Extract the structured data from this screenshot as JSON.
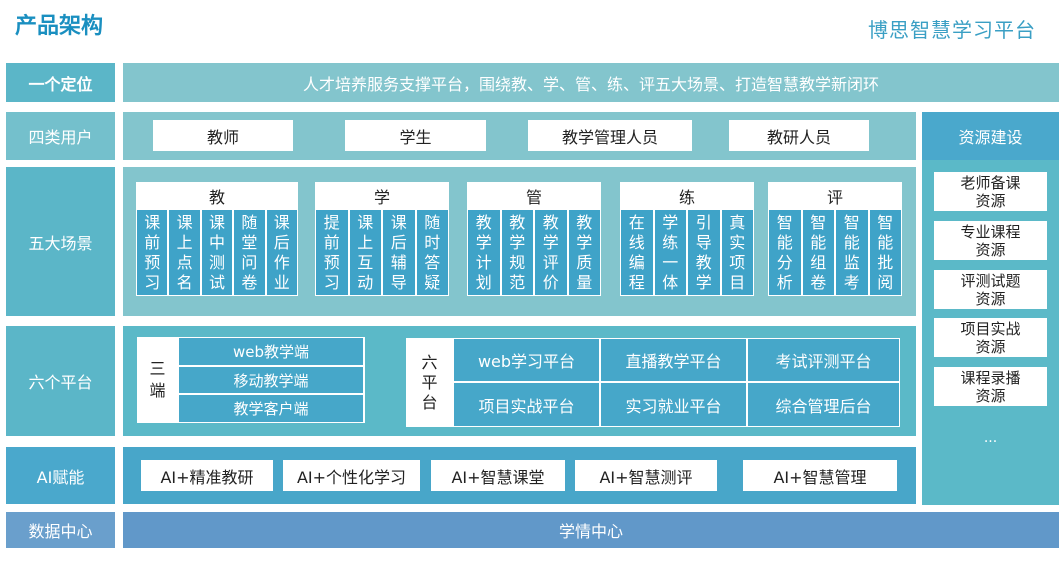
{
  "header": {
    "title": "产品架构",
    "brand": "博思智慧学习平台"
  },
  "positioning": {
    "label": "一个定位",
    "text": "人才培养服务支撑平台，围绕教、学、管、练、评五大场景、打造智慧教学新闭环"
  },
  "users": {
    "label": "四类用户",
    "items": [
      "教师",
      "学生",
      "教学管理人员",
      "教研人员"
    ]
  },
  "scenes": {
    "label": "五大场景",
    "groups": [
      {
        "name": "教",
        "items": [
          "课前预习",
          "课上点名",
          "课中测试",
          "随堂问卷",
          "课后作业"
        ]
      },
      {
        "name": "学",
        "items": [
          "提前预习",
          "课上互动",
          "课后辅导",
          "随时答疑"
        ]
      },
      {
        "name": "管",
        "items": [
          "教学计划",
          "教学规范",
          "教学评价",
          "教学质量"
        ]
      },
      {
        "name": "练",
        "items": [
          "在线编程",
          "学练一体",
          "引导教学",
          "真实项目"
        ]
      },
      {
        "name": "评",
        "items": [
          "智能分析",
          "智能组卷",
          "智能监考",
          "智能批阅"
        ]
      }
    ]
  },
  "platforms": {
    "label": "六个平台",
    "ends_label": "三端",
    "ends": [
      "web教学端",
      "移动教学端",
      "教学客户端"
    ],
    "six_label": "六平台",
    "six": [
      "web学习平台",
      "直播教学平台",
      "考试评测平台",
      "项目实战平台",
      "实习就业平台",
      "综合管理后台"
    ]
  },
  "ai": {
    "label": "AI赋能",
    "items": [
      "AI+精准教研",
      "AI+个性化学习",
      "AI+智慧课堂",
      "AI+智慧测评",
      "AI+智慧管理"
    ]
  },
  "data_center": {
    "label": "数据中心",
    "text": "学情中心"
  },
  "resources": {
    "title": "资源建设",
    "items": [
      "老师备课资源",
      "专业课程资源",
      "评测试题资源",
      "项目实战资源",
      "课程录播资源"
    ],
    "more": "..."
  }
}
